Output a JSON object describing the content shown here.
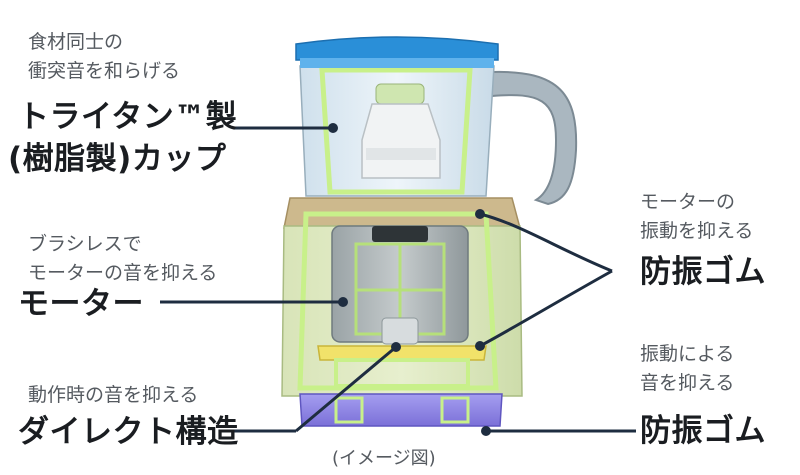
{
  "callouts": {
    "cup": {
      "sub_line1": "食材同士の",
      "sub_line2": "衝突音を和らげる",
      "main_line1": "トライタン™製",
      "main_line2": "(樹脂製)カップ"
    },
    "motor": {
      "sub_line1": "ブラシレスで",
      "sub_line2": "モーターの音を抑える",
      "main": "モーター"
    },
    "direct": {
      "sub": "動作時の音を抑える",
      "main": "ダイレクト構造"
    },
    "rubber_upper": {
      "sub_line1": "モーターの",
      "sub_line2": "振動を抑える",
      "main": "防振ゴム"
    },
    "rubber_lower": {
      "sub_line1": "振動による",
      "sub_line2": "音を抑える",
      "main": "防振ゴム"
    }
  },
  "caption": "(イメージ図)",
  "colors": {
    "leader": "#1e2d40",
    "outline_glow": "#c8f08a",
    "cup_lid": "#2a8fd8",
    "base_purple": "#8f86e6"
  }
}
